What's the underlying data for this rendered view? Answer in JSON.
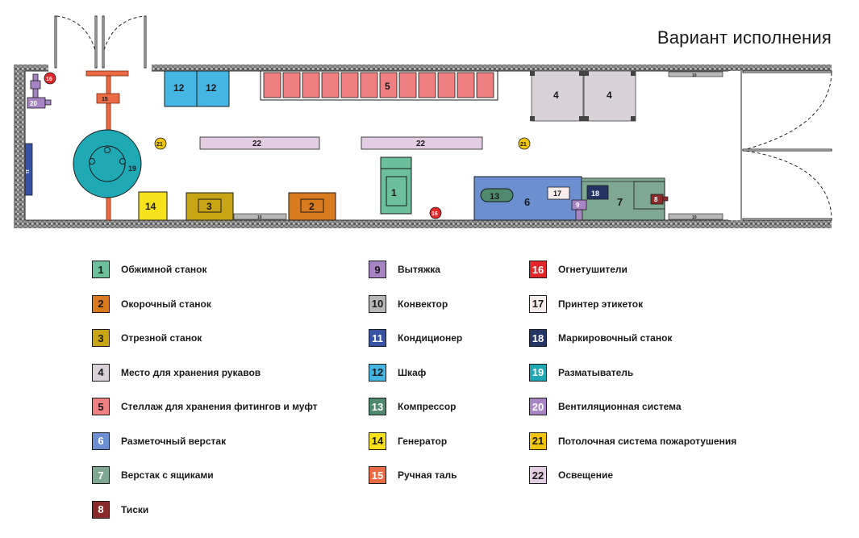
{
  "page": {
    "title": "Вариант исполнения"
  },
  "plan": {
    "markers": {
      "n1": "1",
      "n2": "2",
      "n3": "3",
      "n4": "4",
      "n5": "5",
      "n6": "6",
      "n7": "7",
      "n8": "8",
      "n9": "9",
      "n10": "10",
      "n11": "11",
      "n12": "12",
      "n13": "13",
      "n14": "14",
      "n15": "15",
      "n16": "16",
      "n17": "17",
      "n18": "18",
      "n19": "19",
      "n20": "20",
      "n21": "21",
      "n22": "22"
    }
  },
  "legend": {
    "items": [
      {
        "num": "1",
        "label": "Обжимной станок",
        "color": "#6bbf9a"
      },
      {
        "num": "2",
        "label": "Окорочный станок",
        "color": "#d97a1e"
      },
      {
        "num": "3",
        "label": "Отрезной станок",
        "color": "#c9a516"
      },
      {
        "num": "4",
        "label": "Место для хранения рукавов",
        "color": "#d8d2d8"
      },
      {
        "num": "5",
        "label": "Стеллаж для хранения фитингов и муфт",
        "color": "#f07f82"
      },
      {
        "num": "6",
        "label": "Разметочный верстак",
        "color": "#6b8fd1"
      },
      {
        "num": "7",
        "label": "Верстак с ящиками",
        "color": "#7fa892"
      },
      {
        "num": "8",
        "label": "Тиски",
        "color": "#8a2a2a"
      },
      {
        "num": "9",
        "label": "Вытяжка",
        "color": "#a784c4"
      },
      {
        "num": "10",
        "label": "Конвектор",
        "color": "#b7b7b7"
      },
      {
        "num": "11",
        "label": "Кондиционер",
        "color": "#3753a5"
      },
      {
        "num": "12",
        "label": "Шкаф",
        "color": "#45b6e3"
      },
      {
        "num": "13",
        "label": "Компрессор",
        "color": "#4f8a6f"
      },
      {
        "num": "14",
        "label": "Генератор",
        "color": "#f6e11c"
      },
      {
        "num": "15",
        "label": "Ручная таль",
        "color": "#ea6a43"
      },
      {
        "num": "16",
        "label": "Огнетушители",
        "color": "#e2262a"
      },
      {
        "num": "17",
        "label": "Принтер этикеток",
        "color": "#f7ecec"
      },
      {
        "num": "18",
        "label": "Маркировочный станок",
        "color": "#243565"
      },
      {
        "num": "19",
        "label": "Разматыватель",
        "color": "#1fa9b5"
      },
      {
        "num": "20",
        "label": "Вентиляционная система",
        "color": "#a784c4"
      },
      {
        "num": "21",
        "label": "Потолочная система пожаротушения",
        "color": "#f1c40f"
      },
      {
        "num": "22",
        "label": "Освещение",
        "color": "#e2cde3"
      }
    ]
  }
}
